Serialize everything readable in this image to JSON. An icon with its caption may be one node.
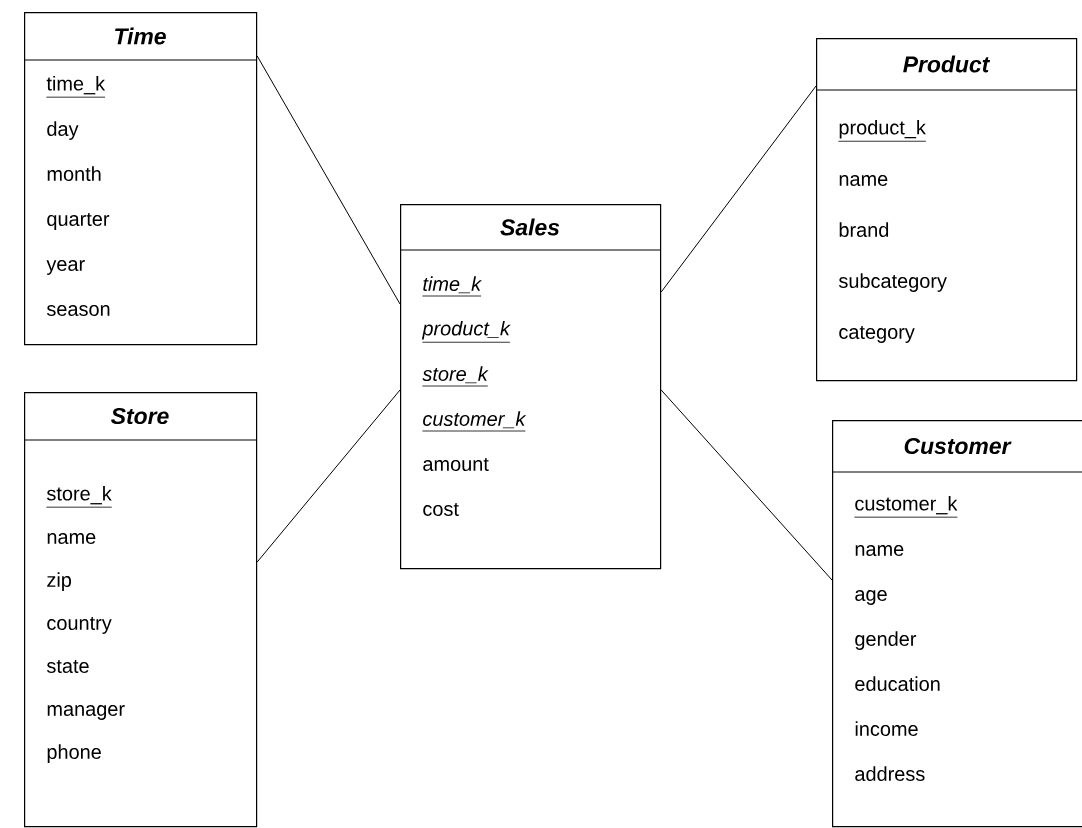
{
  "diagram": {
    "nodes": [
      {
        "text": [
          "Time",
          "time_k",
          "day",
          "month",
          "quarter",
          "year",
          "season"
        ]
      },
      {
        "text": [
          "Store",
          "store_k",
          "name",
          "zip",
          "country",
          "state",
          "manager",
          "phone"
        ]
      },
      {
        "text": [
          "Sales",
          "time_k",
          "product_k",
          "store_k",
          "customer_k",
          "amount",
          "cost"
        ]
      },
      {
        "text": [
          "Product",
          "product_k",
          "name",
          "brand",
          "subcategory",
          "category"
        ]
      },
      {
        "text": [
          "Customer",
          "customer_k",
          "name",
          "age",
          "gender",
          "education",
          "income",
          "address"
        ]
      }
    ],
    "edges": [
      {
        "from": 0,
        "to": 2,
        "arrow": "none"
      },
      {
        "from": 1,
        "to": 2,
        "arrow": "none"
      },
      {
        "from": 3,
        "to": 2,
        "arrow": "none"
      },
      {
        "from": 4,
        "to": 2,
        "arrow": "none"
      }
    ]
  }
}
